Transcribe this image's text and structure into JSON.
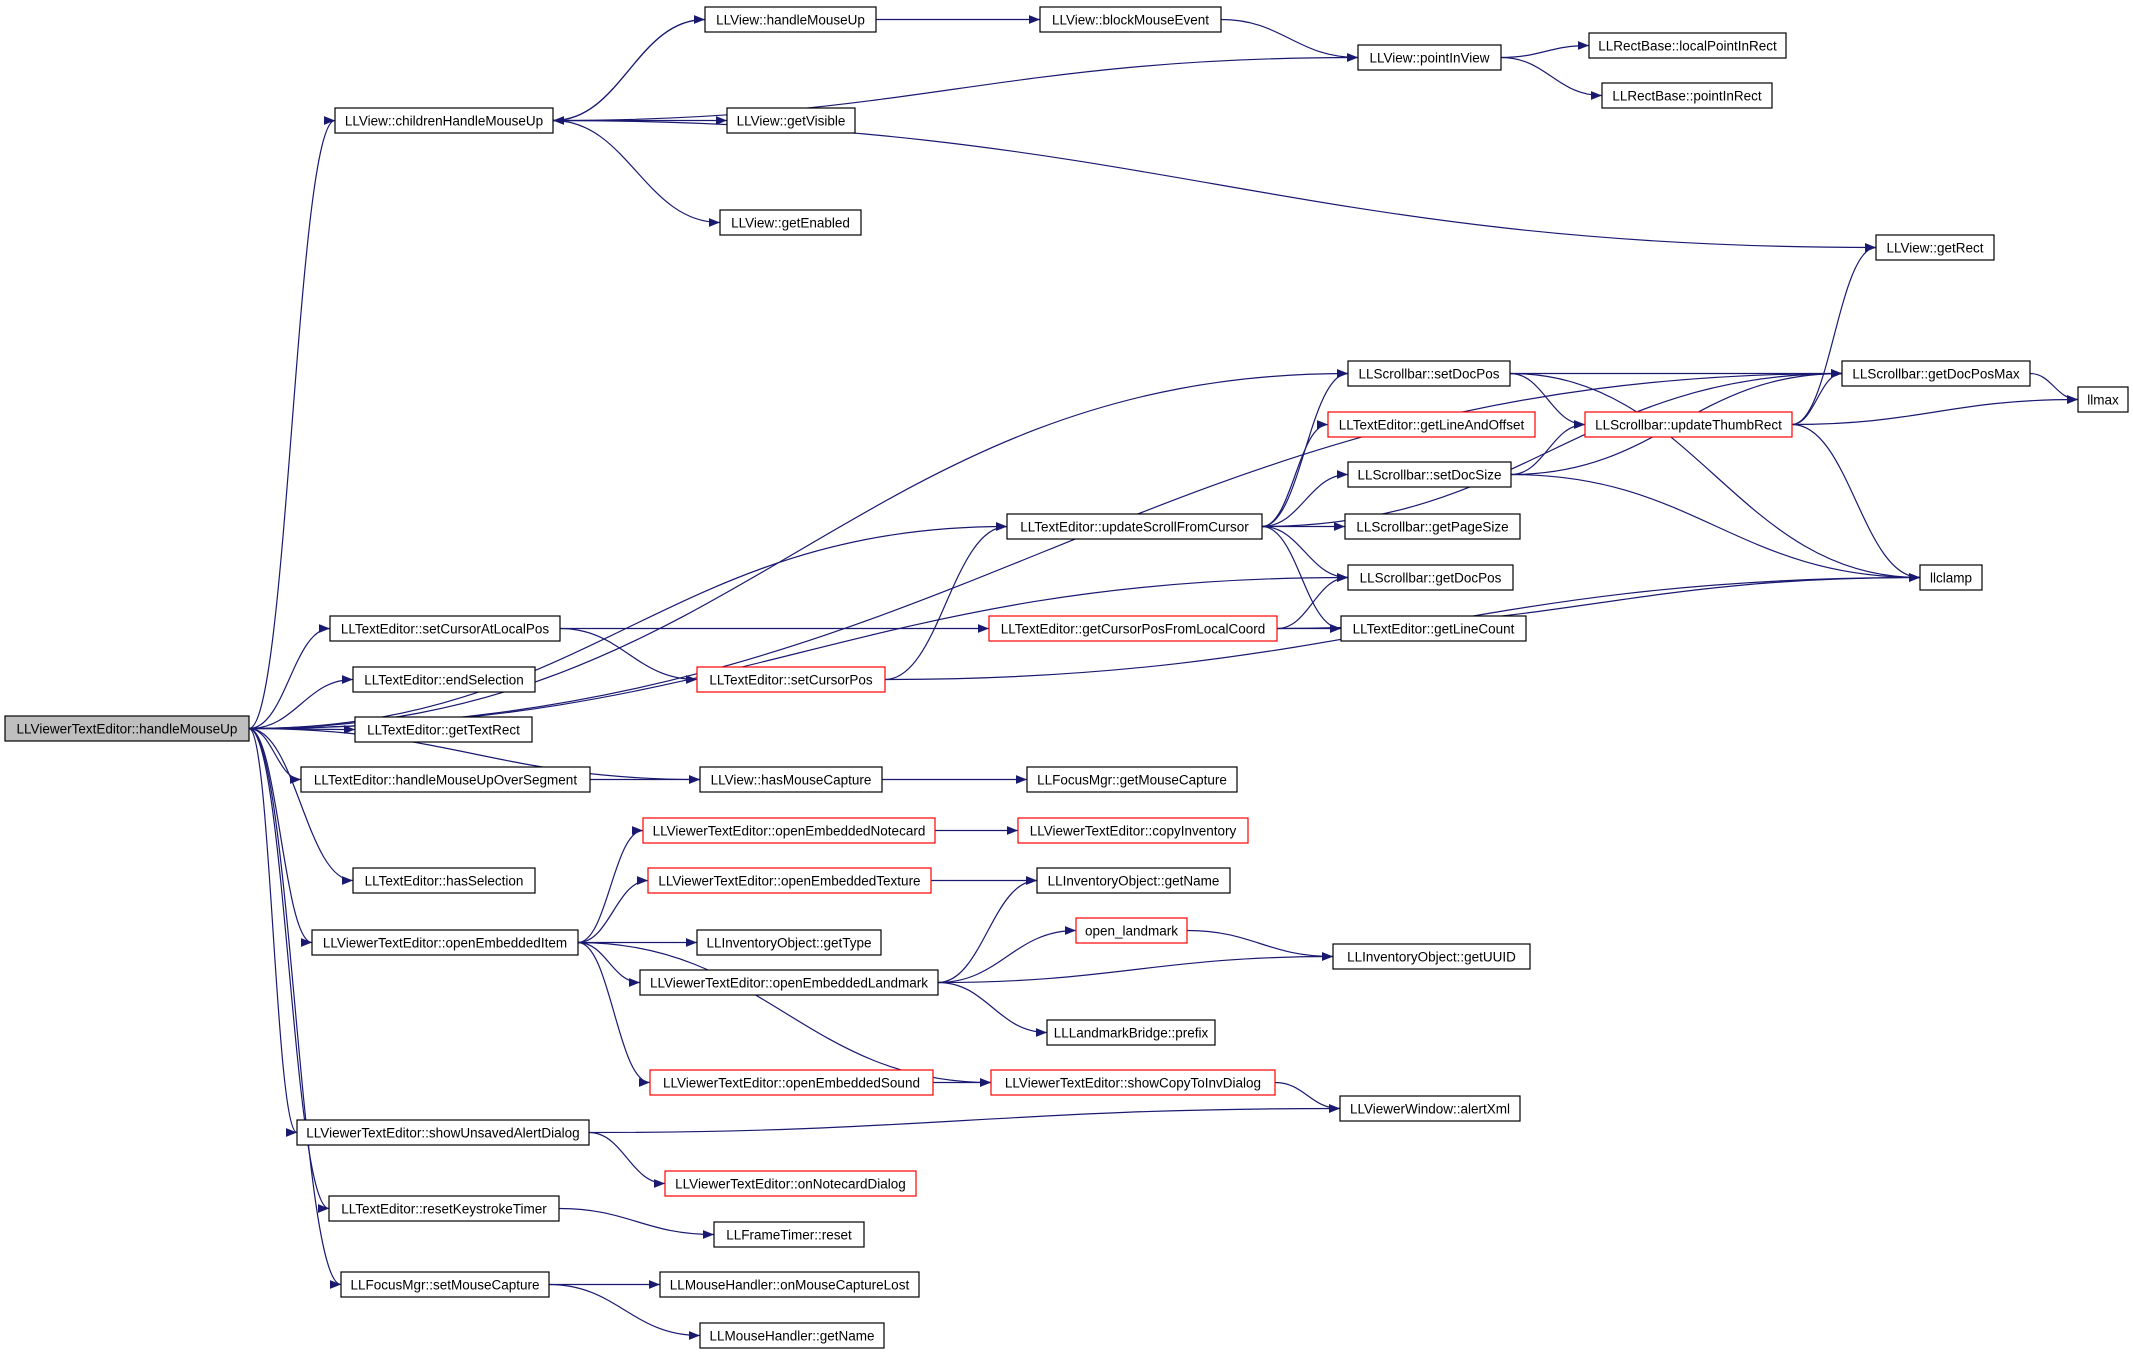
{
  "colors": {
    "node_border": "#000000",
    "node_border_incomplete": "#ff0000",
    "root_fill": "#bfbfbf",
    "node_fill": "#ffffff",
    "edge": "#191970"
  },
  "nodes": [
    {
      "id": "root",
      "label": "LLViewerTextEditor::handleMouseUp",
      "style": "root"
    },
    {
      "id": "childrenHandleMouseUp",
      "label": "LLView::childrenHandleMouseUp",
      "style": "normal"
    },
    {
      "id": "handleMouseUp",
      "label": "LLView::handleMouseUp",
      "style": "normal"
    },
    {
      "id": "blockMouseEvent",
      "label": "LLView::blockMouseEvent",
      "style": "normal"
    },
    {
      "id": "pointInView",
      "label": "LLView::pointInView",
      "style": "normal"
    },
    {
      "id": "localPointInRect",
      "label": "LLRectBase::localPointInRect",
      "style": "normal"
    },
    {
      "id": "pointInRect",
      "label": "LLRectBase::pointInRect",
      "style": "normal"
    },
    {
      "id": "getVisible",
      "label": "LLView::getVisible",
      "style": "normal"
    },
    {
      "id": "getEnabled",
      "label": "LLView::getEnabled",
      "style": "normal"
    },
    {
      "id": "getRect",
      "label": "LLView::getRect",
      "style": "normal"
    },
    {
      "id": "getDocPosMax",
      "label": "LLScrollbar::getDocPosMax",
      "style": "normal"
    },
    {
      "id": "llmax",
      "label": "llmax",
      "style": "normal"
    },
    {
      "id": "setDocPos",
      "label": "LLScrollbar::setDocPos",
      "style": "normal"
    },
    {
      "id": "getLineAndOffset",
      "label": "LLTextEditor::getLineAndOffset",
      "style": "incomplete"
    },
    {
      "id": "updateThumbRect",
      "label": "LLScrollbar::updateThumbRect",
      "style": "incomplete"
    },
    {
      "id": "setDocSize",
      "label": "LLScrollbar::setDocSize",
      "style": "normal"
    },
    {
      "id": "updateScrollFromCursor",
      "label": "LLTextEditor::updateScrollFromCursor",
      "style": "normal"
    },
    {
      "id": "getPageSize",
      "label": "LLScrollbar::getPageSize",
      "style": "normal"
    },
    {
      "id": "getDocPos",
      "label": "LLScrollbar::getDocPos",
      "style": "normal"
    },
    {
      "id": "llclamp",
      "label": "llclamp",
      "style": "normal"
    },
    {
      "id": "setCursorAtLocalPos",
      "label": "LLTextEditor::setCursorAtLocalPos",
      "style": "normal"
    },
    {
      "id": "getCursorPosFromLocalCoord",
      "label": "LLTextEditor::getCursorPosFromLocalCoord",
      "style": "incomplete"
    },
    {
      "id": "getLineCount",
      "label": "LLTextEditor::getLineCount",
      "style": "normal"
    },
    {
      "id": "setCursorPos",
      "label": "LLTextEditor::setCursorPos",
      "style": "incomplete"
    },
    {
      "id": "endSelection",
      "label": "LLTextEditor::endSelection",
      "style": "normal"
    },
    {
      "id": "getTextRect",
      "label": "LLTextEditor::getTextRect",
      "style": "normal"
    },
    {
      "id": "handleMouseUpOverSegment",
      "label": "LLTextEditor::handleMouseUpOverSegment",
      "style": "normal"
    },
    {
      "id": "hasMouseCapture",
      "label": "LLView::hasMouseCapture",
      "style": "normal"
    },
    {
      "id": "getMouseCapture",
      "label": "LLFocusMgr::getMouseCapture",
      "style": "normal"
    },
    {
      "id": "openEmbeddedNotecard",
      "label": "LLViewerTextEditor::openEmbeddedNotecard",
      "style": "incomplete"
    },
    {
      "id": "copyInventory",
      "label": "LLViewerTextEditor::copyInventory",
      "style": "incomplete"
    },
    {
      "id": "hasSelection",
      "label": "LLTextEditor::hasSelection",
      "style": "normal"
    },
    {
      "id": "openEmbeddedTexture",
      "label": "LLViewerTextEditor::openEmbeddedTexture",
      "style": "incomplete"
    },
    {
      "id": "invGetName",
      "label": "LLInventoryObject::getName",
      "style": "normal"
    },
    {
      "id": "openEmbeddedItem",
      "label": "LLViewerTextEditor::openEmbeddedItem",
      "style": "normal"
    },
    {
      "id": "getType",
      "label": "LLInventoryObject::getType",
      "style": "normal"
    },
    {
      "id": "open_landmark",
      "label": "open_landmark",
      "style": "incomplete"
    },
    {
      "id": "getUUID",
      "label": "LLInventoryObject::getUUID",
      "style": "normal"
    },
    {
      "id": "openEmbeddedLandmark",
      "label": "LLViewerTextEditor::openEmbeddedLandmark",
      "style": "normal"
    },
    {
      "id": "prefix",
      "label": "LLLandmarkBridge::prefix",
      "style": "normal"
    },
    {
      "id": "openEmbeddedSound",
      "label": "LLViewerTextEditor::openEmbeddedSound",
      "style": "incomplete"
    },
    {
      "id": "showCopyToInvDialog",
      "label": "LLViewerTextEditor::showCopyToInvDialog",
      "style": "incomplete"
    },
    {
      "id": "showUnsavedAlertDialog",
      "label": "LLViewerTextEditor::showUnsavedAlertDialog",
      "style": "normal"
    },
    {
      "id": "alertXml",
      "label": "LLViewerWindow::alertXml",
      "style": "normal"
    },
    {
      "id": "onNotecardDialog",
      "label": "LLViewerTextEditor::onNotecardDialog",
      "style": "incomplete"
    },
    {
      "id": "resetKeystrokeTimer",
      "label": "LLTextEditor::resetKeystrokeTimer",
      "style": "normal"
    },
    {
      "id": "frameTimerReset",
      "label": "LLFrameTimer::reset",
      "style": "normal"
    },
    {
      "id": "setMouseCapture",
      "label": "LLFocusMgr::setMouseCapture",
      "style": "normal"
    },
    {
      "id": "onMouseCaptureLost",
      "label": "LLMouseHandler::onMouseCaptureLost",
      "style": "normal"
    },
    {
      "id": "mhGetName",
      "label": "LLMouseHandler::getName",
      "style": "normal"
    }
  ],
  "edges": [
    [
      "root",
      "childrenHandleMouseUp"
    ],
    [
      "root",
      "getDocPosMax"
    ],
    [
      "root",
      "setDocPos"
    ],
    [
      "root",
      "updateScrollFromCursor"
    ],
    [
      "root",
      "getDocPos"
    ],
    [
      "root",
      "setCursorAtLocalPos"
    ],
    [
      "root",
      "endSelection"
    ],
    [
      "root",
      "getTextRect"
    ],
    [
      "root",
      "handleMouseUpOverSegment"
    ],
    [
      "root",
      "hasMouseCapture"
    ],
    [
      "root",
      "hasSelection"
    ],
    [
      "root",
      "openEmbeddedItem"
    ],
    [
      "root",
      "showUnsavedAlertDialog"
    ],
    [
      "root",
      "resetKeystrokeTimer"
    ],
    [
      "root",
      "setMouseCapture"
    ],
    [
      "childrenHandleMouseUp",
      "handleMouseUp"
    ],
    [
      "handleMouseUp",
      "childrenHandleMouseUp"
    ],
    [
      "childrenHandleMouseUp",
      "pointInView"
    ],
    [
      "childrenHandleMouseUp",
      "getVisible"
    ],
    [
      "childrenHandleMouseUp",
      "getEnabled"
    ],
    [
      "childrenHandleMouseUp",
      "getRect"
    ],
    [
      "handleMouseUp",
      "blockMouseEvent"
    ],
    [
      "blockMouseEvent",
      "pointInView"
    ],
    [
      "pointInView",
      "localPointInRect"
    ],
    [
      "pointInView",
      "pointInRect"
    ],
    [
      "setDocPos",
      "getDocPosMax"
    ],
    [
      "setDocPos",
      "updateThumbRect"
    ],
    [
      "setDocPos",
      "llclamp"
    ],
    [
      "updateThumbRect",
      "getRect"
    ],
    [
      "updateThumbRect",
      "getDocPosMax"
    ],
    [
      "updateThumbRect",
      "llmax"
    ],
    [
      "updateThumbRect",
      "llclamp"
    ],
    [
      "getDocPosMax",
      "llmax"
    ],
    [
      "setDocSize",
      "updateThumbRect"
    ],
    [
      "setDocSize",
      "getDocPosMax"
    ],
    [
      "setDocSize",
      "llclamp"
    ],
    [
      "updateScrollFromCursor",
      "getDocPosMax"
    ],
    [
      "updateScrollFromCursor",
      "setDocPos"
    ],
    [
      "updateScrollFromCursor",
      "getLineAndOffset"
    ],
    [
      "updateScrollFromCursor",
      "setDocSize"
    ],
    [
      "updateScrollFromCursor",
      "getPageSize"
    ],
    [
      "updateScrollFromCursor",
      "getDocPos"
    ],
    [
      "updateScrollFromCursor",
      "getLineCount"
    ],
    [
      "setCursorAtLocalPos",
      "getCursorPosFromLocalCoord"
    ],
    [
      "setCursorAtLocalPos",
      "setCursorPos"
    ],
    [
      "getCursorPosFromLocalCoord",
      "getDocPos"
    ],
    [
      "getCursorPosFromLocalCoord",
      "getLineCount"
    ],
    [
      "getCursorPosFromLocalCoord",
      "llclamp"
    ],
    [
      "setCursorPos",
      "updateScrollFromCursor"
    ],
    [
      "setCursorPos",
      "llclamp"
    ],
    [
      "handleMouseUpOverSegment",
      "hasMouseCapture"
    ],
    [
      "hasMouseCapture",
      "getMouseCapture"
    ],
    [
      "openEmbeddedItem",
      "openEmbeddedNotecard"
    ],
    [
      "openEmbeddedItem",
      "openEmbeddedTexture"
    ],
    [
      "openEmbeddedItem",
      "getType"
    ],
    [
      "openEmbeddedItem",
      "openEmbeddedLandmark"
    ],
    [
      "openEmbeddedItem",
      "openEmbeddedSound"
    ],
    [
      "openEmbeddedItem",
      "showCopyToInvDialog"
    ],
    [
      "openEmbeddedNotecard",
      "copyInventory"
    ],
    [
      "openEmbeddedTexture",
      "invGetName"
    ],
    [
      "openEmbeddedLandmark",
      "invGetName"
    ],
    [
      "openEmbeddedLandmark",
      "open_landmark"
    ],
    [
      "openEmbeddedLandmark",
      "getUUID"
    ],
    [
      "openEmbeddedLandmark",
      "prefix"
    ],
    [
      "open_landmark",
      "getUUID"
    ],
    [
      "openEmbeddedSound",
      "showCopyToInvDialog"
    ],
    [
      "showCopyToInvDialog",
      "alertXml"
    ],
    [
      "showUnsavedAlertDialog",
      "alertXml"
    ],
    [
      "showUnsavedAlertDialog",
      "onNotecardDialog"
    ],
    [
      "resetKeystrokeTimer",
      "frameTimerReset"
    ],
    [
      "setMouseCapture",
      "onMouseCaptureLost"
    ],
    [
      "setMouseCapture",
      "mhGetName"
    ]
  ]
}
